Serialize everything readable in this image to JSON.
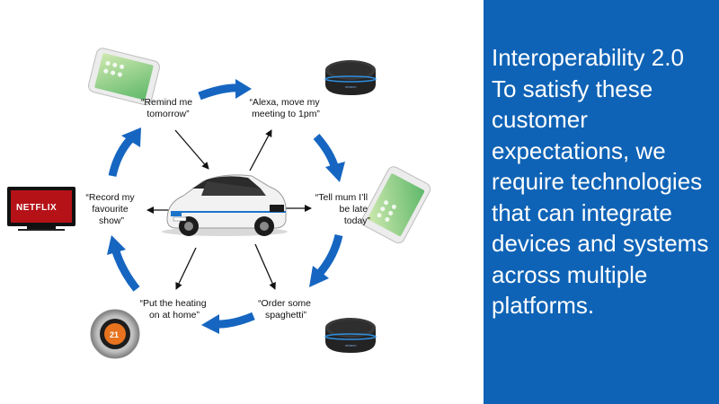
{
  "panel": {
    "text": "Interoperability 2.0\nTo satisfy these customer expectations, we require technologies that can integrate devices and systems across multiple platforms.",
    "background": "#0f63b6"
  },
  "diagram": {
    "accent_color": "#1666c1",
    "center": {
      "icon": "electric-car-icon"
    },
    "nodes": [
      {
        "id": "phone-top",
        "icon": "smartphone-icon",
        "quote": [
          "“Remind me",
          "tomorrow”"
        ]
      },
      {
        "id": "echo-top",
        "icon": "smart-speaker-icon",
        "quote": [
          "“Alexa, move my",
          "meeting to 1pm”"
        ]
      },
      {
        "id": "phone-right",
        "icon": "smartphone-icon",
        "quote": [
          "“Tell mum I’ll",
          "be late",
          "today”"
        ]
      },
      {
        "id": "echo-bottom",
        "icon": "smart-speaker-icon",
        "quote": [
          "“Order some",
          "spaghetti”"
        ]
      },
      {
        "id": "thermostat",
        "icon": "thermostat-icon",
        "quote": [
          "“Put the heating",
          "on at home”"
        ],
        "display": "21"
      },
      {
        "id": "tv",
        "icon": "tv-icon",
        "quote": [
          "“Record my",
          "favourite",
          "show”"
        ],
        "logo": "NETFLIX"
      }
    ],
    "speaker_brand": "amazon"
  }
}
